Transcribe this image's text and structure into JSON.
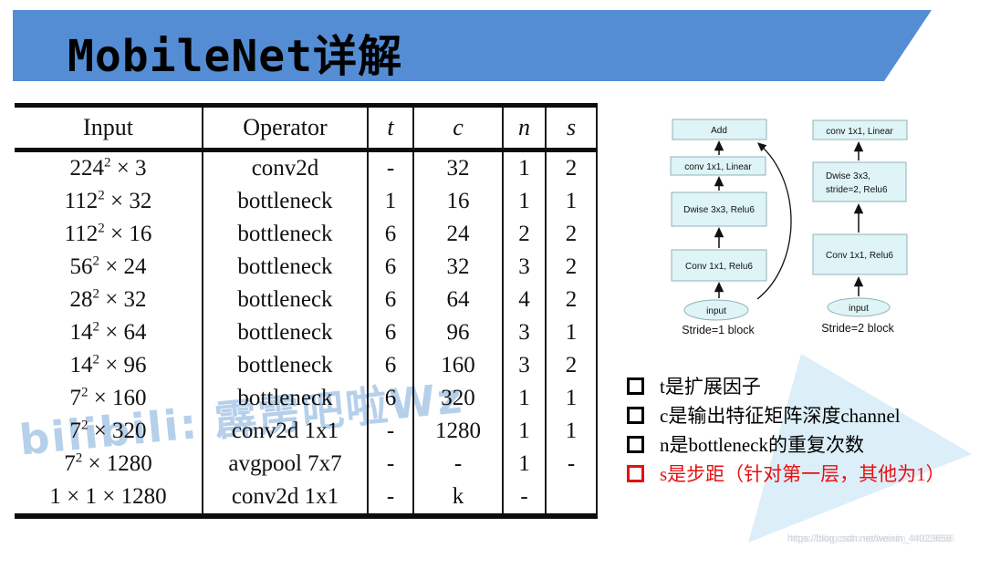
{
  "title": "MobileNet详解",
  "table": {
    "headers": [
      "Input",
      "Operator",
      "t",
      "c",
      "n",
      "s"
    ],
    "rows": [
      {
        "input": {
          "base": "224",
          "sup": "2",
          "rest": " × 3"
        },
        "operator": "conv2d",
        "t": "-",
        "c": "32",
        "n": "1",
        "s": "2"
      },
      {
        "input": {
          "base": "112",
          "sup": "2",
          "rest": " × 32"
        },
        "operator": "bottleneck",
        "t": "1",
        "c": "16",
        "n": "1",
        "s": "1"
      },
      {
        "input": {
          "base": "112",
          "sup": "2",
          "rest": " × 16"
        },
        "operator": "bottleneck",
        "t": "6",
        "c": "24",
        "n": "2",
        "s": "2"
      },
      {
        "input": {
          "base": "56",
          "sup": "2",
          "rest": " × 24"
        },
        "operator": "bottleneck",
        "t": "6",
        "c": "32",
        "n": "3",
        "s": "2"
      },
      {
        "input": {
          "base": "28",
          "sup": "2",
          "rest": " × 32"
        },
        "operator": "bottleneck",
        "t": "6",
        "c": "64",
        "n": "4",
        "s": "2"
      },
      {
        "input": {
          "base": "14",
          "sup": "2",
          "rest": " × 64"
        },
        "operator": "bottleneck",
        "t": "6",
        "c": "96",
        "n": "3",
        "s": "1"
      },
      {
        "input": {
          "base": "14",
          "sup": "2",
          "rest": " × 96"
        },
        "operator": "bottleneck",
        "t": "6",
        "c": "160",
        "n": "3",
        "s": "2"
      },
      {
        "input": {
          "base": "7",
          "sup": "2",
          "rest": " × 160"
        },
        "operator": "bottleneck",
        "t": "6",
        "c": "320",
        "n": "1",
        "s": "1"
      },
      {
        "input": {
          "base": "7",
          "sup": "2",
          "rest": " × 320"
        },
        "operator": "conv2d 1x1",
        "t": "-",
        "c": "1280",
        "n": "1",
        "s": "1"
      },
      {
        "input": {
          "base": "7",
          "sup": "2",
          "rest": " × 1280"
        },
        "operator": "avgpool 7x7",
        "t": "-",
        "c": "-",
        "n": "1",
        "s": "-"
      },
      {
        "input": {
          "base": "1 × 1 × 1280",
          "sup": "",
          "rest": ""
        },
        "operator": "conv2d 1x1",
        "t": "-",
        "c": "k",
        "n": "-",
        "s": ""
      }
    ]
  },
  "diagrams": {
    "stride1": {
      "box_add": "Add",
      "box_conv_linear": "conv 1x1, Linear",
      "box_dwise": "Dwise 3x3, Relu6",
      "box_conv_relu": "Conv 1x1, Relu6",
      "input_label": "input",
      "caption": "Stride=1 block"
    },
    "stride2": {
      "box_conv_linear": "conv 1x1, Linear",
      "box_dwise_line1": "Dwise 3x3,",
      "box_dwise_line2": "stride=2, Relu6",
      "box_conv_relu": "Conv 1x1, Relu6",
      "input_label": "input",
      "caption": "Stride=2 block"
    }
  },
  "notes": [
    {
      "text": "t是扩展因子",
      "color": "#000000"
    },
    {
      "text": "c是输出特征矩阵深度channel",
      "color": "#000000"
    },
    {
      "text": "n是bottleneck的重复次数",
      "color": "#000000"
    },
    {
      "text": "s是步距（针对第一层，其他为1）",
      "color": "#e81010"
    }
  ],
  "watermarks": {
    "bilibili": "bilibili: 霹雳吧啦Wz",
    "url": "https://blog.csdn.net/weixin_44023658"
  },
  "colors": {
    "banner_blue": "#548dd4",
    "diagram_box_fill": "#def4f6",
    "diagram_box_border": "#8fb3b8",
    "note_red": "#e81010",
    "watermark_blue": "#aecbe8",
    "triangle_blue": "#dceef8"
  }
}
